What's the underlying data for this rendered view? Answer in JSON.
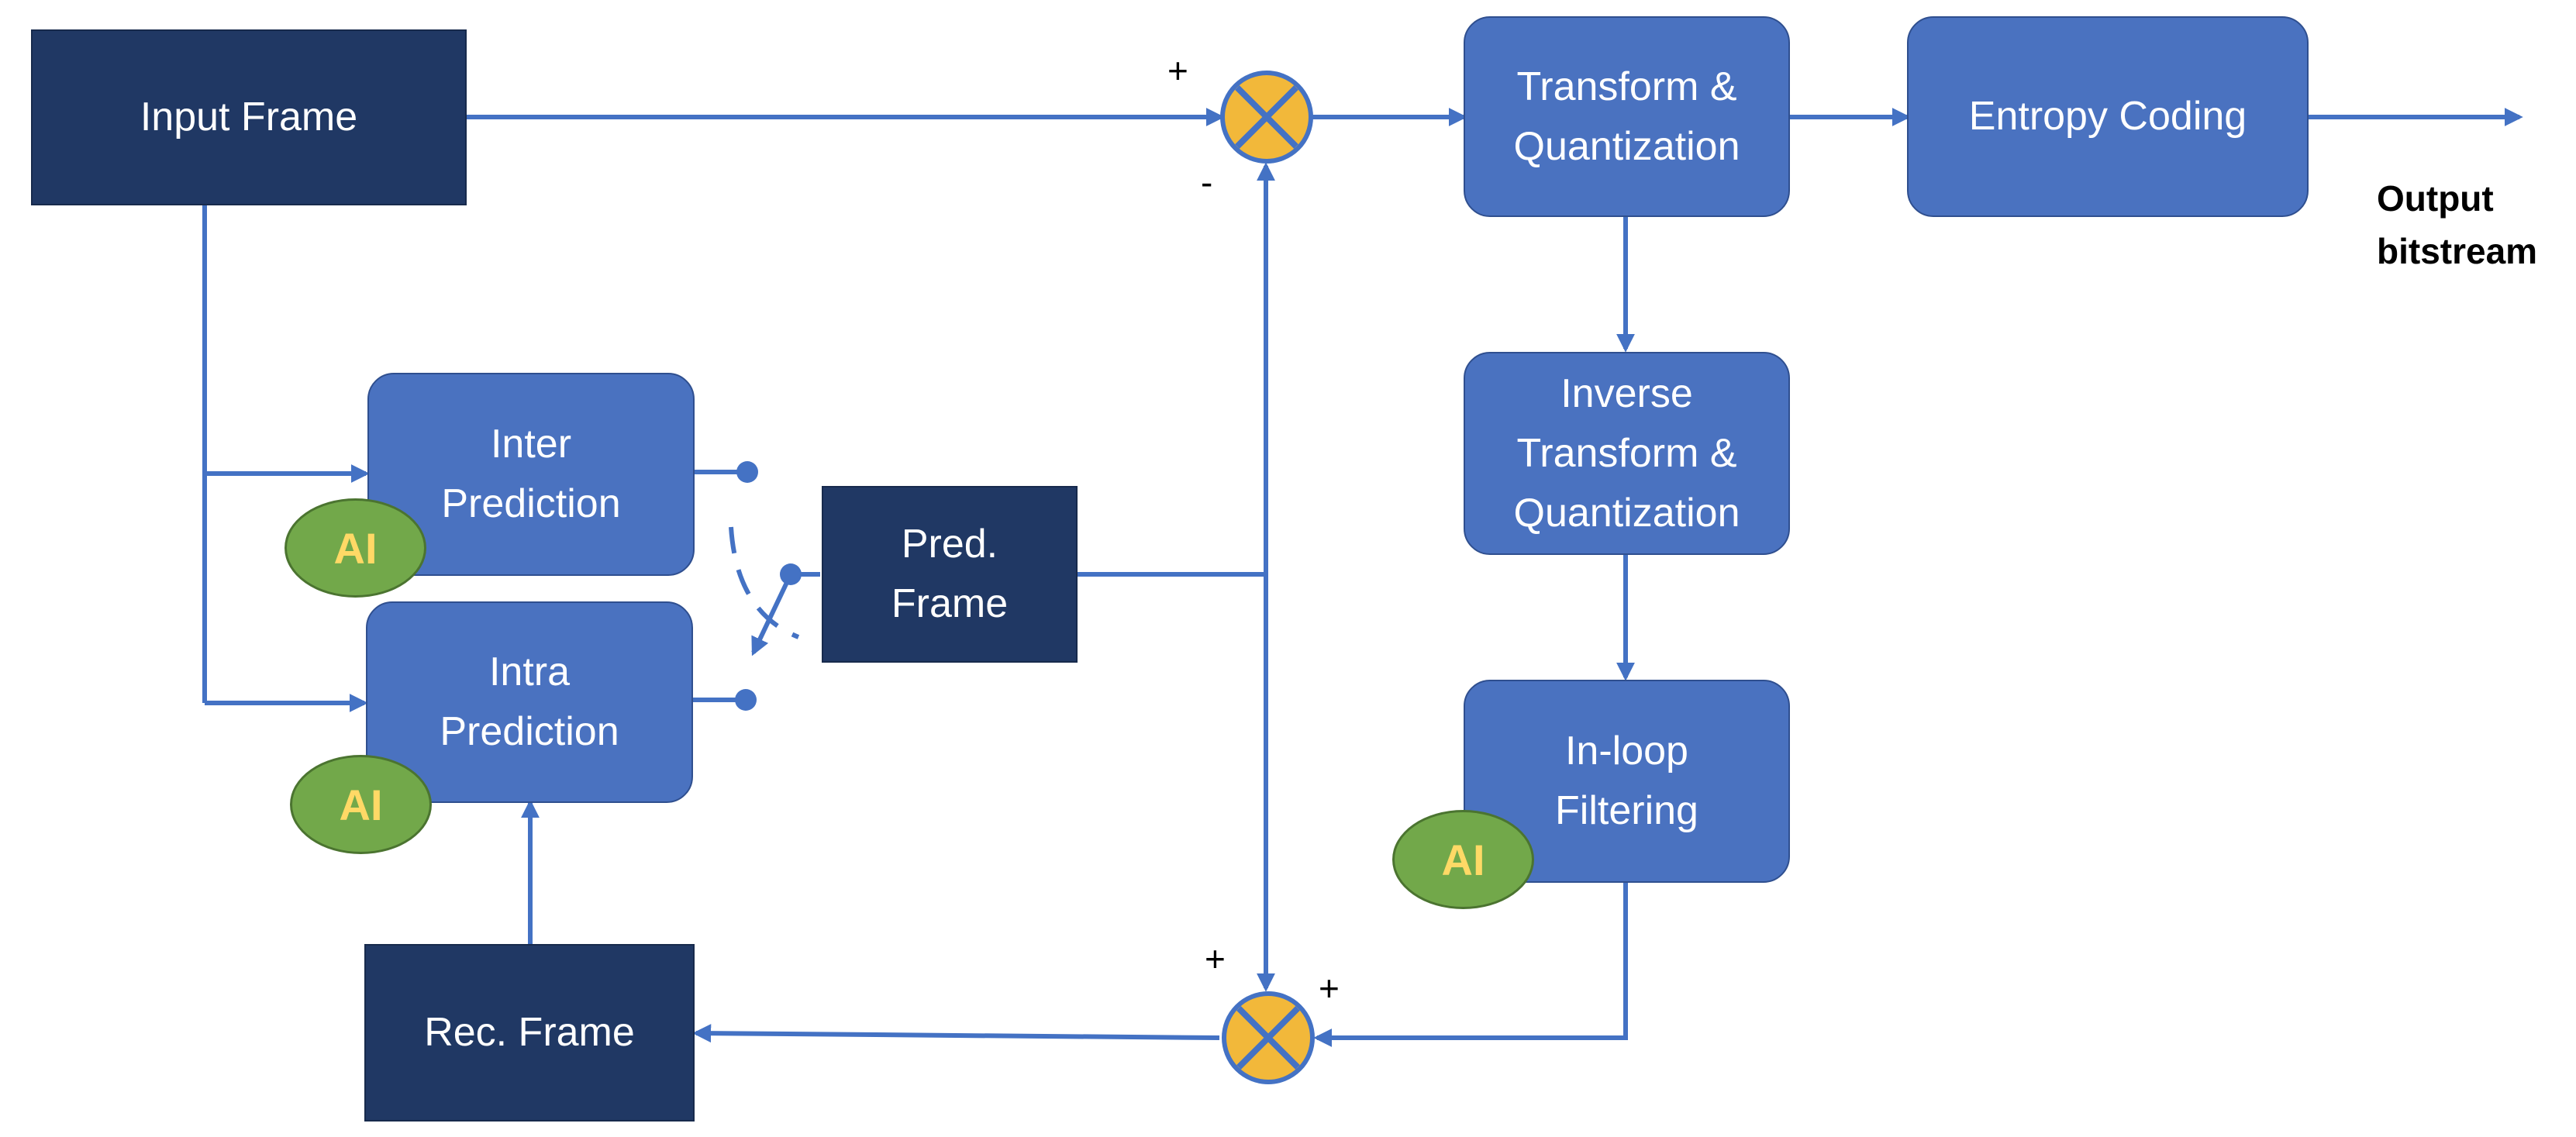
{
  "colors": {
    "dark_block": "#203864",
    "blue_block": "#4a72c0",
    "arrow": "#4472c4",
    "ai_badge": "#72a84a",
    "ai_text": "#ffd966",
    "adder": "#f2b83a"
  },
  "blocks": {
    "input_frame": "Input Frame",
    "transform_quant": "Transform &\nQuantization",
    "entropy_coding": "Entropy Coding",
    "inverse_transform": "Inverse\nTransform &\nQuantization",
    "inter_prediction": "Inter\nPrediction",
    "intra_prediction": "Intra\nPrediction",
    "pred_frame": "Pred.\nFrame",
    "inloop_filtering": "In-loop\nFiltering",
    "rec_frame": "Rec. Frame"
  },
  "ai_badge_label": "AI",
  "output_label": "Output\nbitstream",
  "adders": {
    "top": {
      "plus": "+",
      "minus": "-",
      "icon": "multiply-cross-icon"
    },
    "bottom": {
      "plus_left": "+",
      "plus_right": "+",
      "icon": "multiply-cross-icon"
    }
  }
}
